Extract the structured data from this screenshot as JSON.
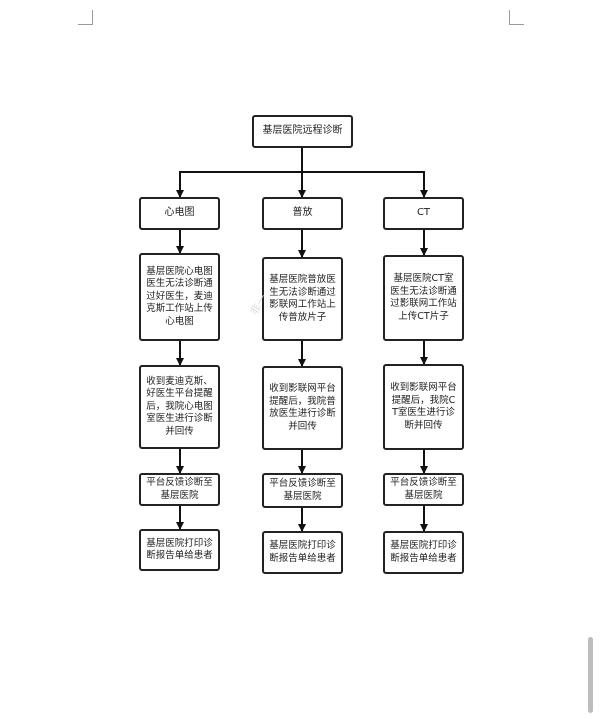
{
  "diagram": {
    "root": "基层医院远程诊断",
    "branches": [
      {
        "label": "心电图",
        "steps": [
          "基层医院心电图医生无法诊断通过好医生，麦迪克斯工作站上传心电图",
          "收到麦迪克斯、好医生平台提醒后，我院心电图室医生进行诊断并回传",
          "平台反馈诊断至基层医院",
          "基层医院打印诊断报告单给患者"
        ]
      },
      {
        "label": "普放",
        "steps": [
          "基层医院普放医生无法诊断通过影联网工作站上传普放片子",
          "收到影联网平台提醒后，我院普放医生进行诊断并回传",
          "平台反馈诊断至基层医院",
          "基层医院打印诊断报告单给患者"
        ]
      },
      {
        "label": "CT",
        "steps": [
          "基层医院CT室医生无法诊断通过影联网工作站上传CT片子",
          "收到影联网平台提醒后，我院CT室医生进行诊断并回传",
          "平台反馈诊断至基层医院",
          "基层医院打印诊断报告单给患者"
        ]
      }
    ]
  },
  "watermark": "非一"
}
